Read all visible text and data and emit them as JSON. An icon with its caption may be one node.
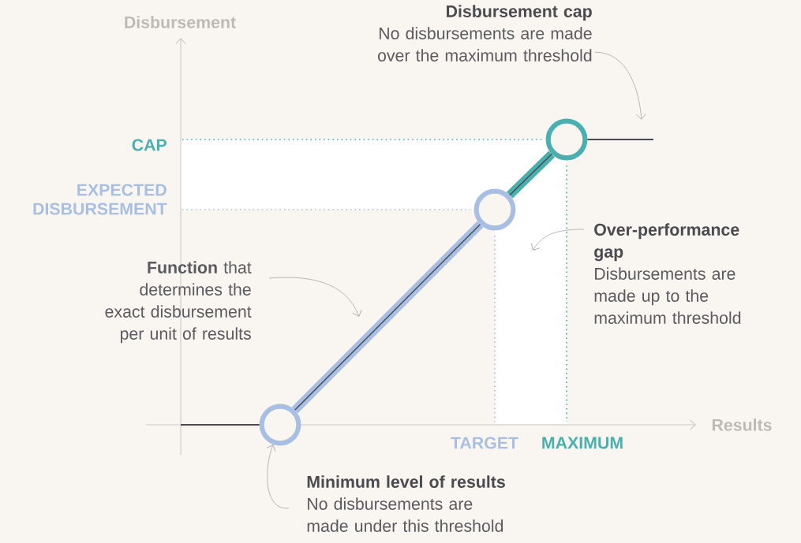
{
  "diagram": {
    "nodes": [
      {
        "text": [],
        "shape": "circle"
      },
      {
        "text": [],
        "shape": "circle"
      },
      {
        "text": [],
        "shape": "circle"
      },
      {
        "text": [
          "Disbursement cap",
          "No disbursements are made over the maximum threshold"
        ]
      },
      {
        "text": [
          "Over-performance gap",
          "Disbursements are made up to the maximum threshold"
        ]
      },
      {
        "text": [
          "**Function** that determines the exact disbursement per unit of results"
        ]
      },
      {
        "text": [
          "Minimum level of results",
          "No disbursements are made under this threshold"
        ]
      }
    ],
    "edges": [
      {
        "from": null,
        "to": 0,
        "arrow": "none",
        "color": "#4a4a4f"
      },
      {
        "from": 0,
        "to": 1,
        "arrow": "none",
        "style": "thick",
        "color": "#a8bfe3"
      },
      {
        "from": 1,
        "to": 2,
        "arrow": "none",
        "style": "thick",
        "color": "#4aafaf"
      },
      {
        "from": 2,
        "to": null,
        "arrow": "none",
        "color": "#4a4a4f"
      },
      {
        "from": 3,
        "to": null,
        "arrow": "to"
      },
      {
        "from": 4,
        "to": null,
        "arrow": "to"
      },
      {
        "from": 5,
        "to": null,
        "arrow": "to"
      },
      {
        "from": 6,
        "to": 0,
        "arrow": "to"
      }
    ],
    "labels": [
      "Disbursement",
      "Results",
      "CAP",
      "EXPECTED DISBURSEMENT",
      "TARGET",
      "MAXIMUM"
    ]
  }
}
